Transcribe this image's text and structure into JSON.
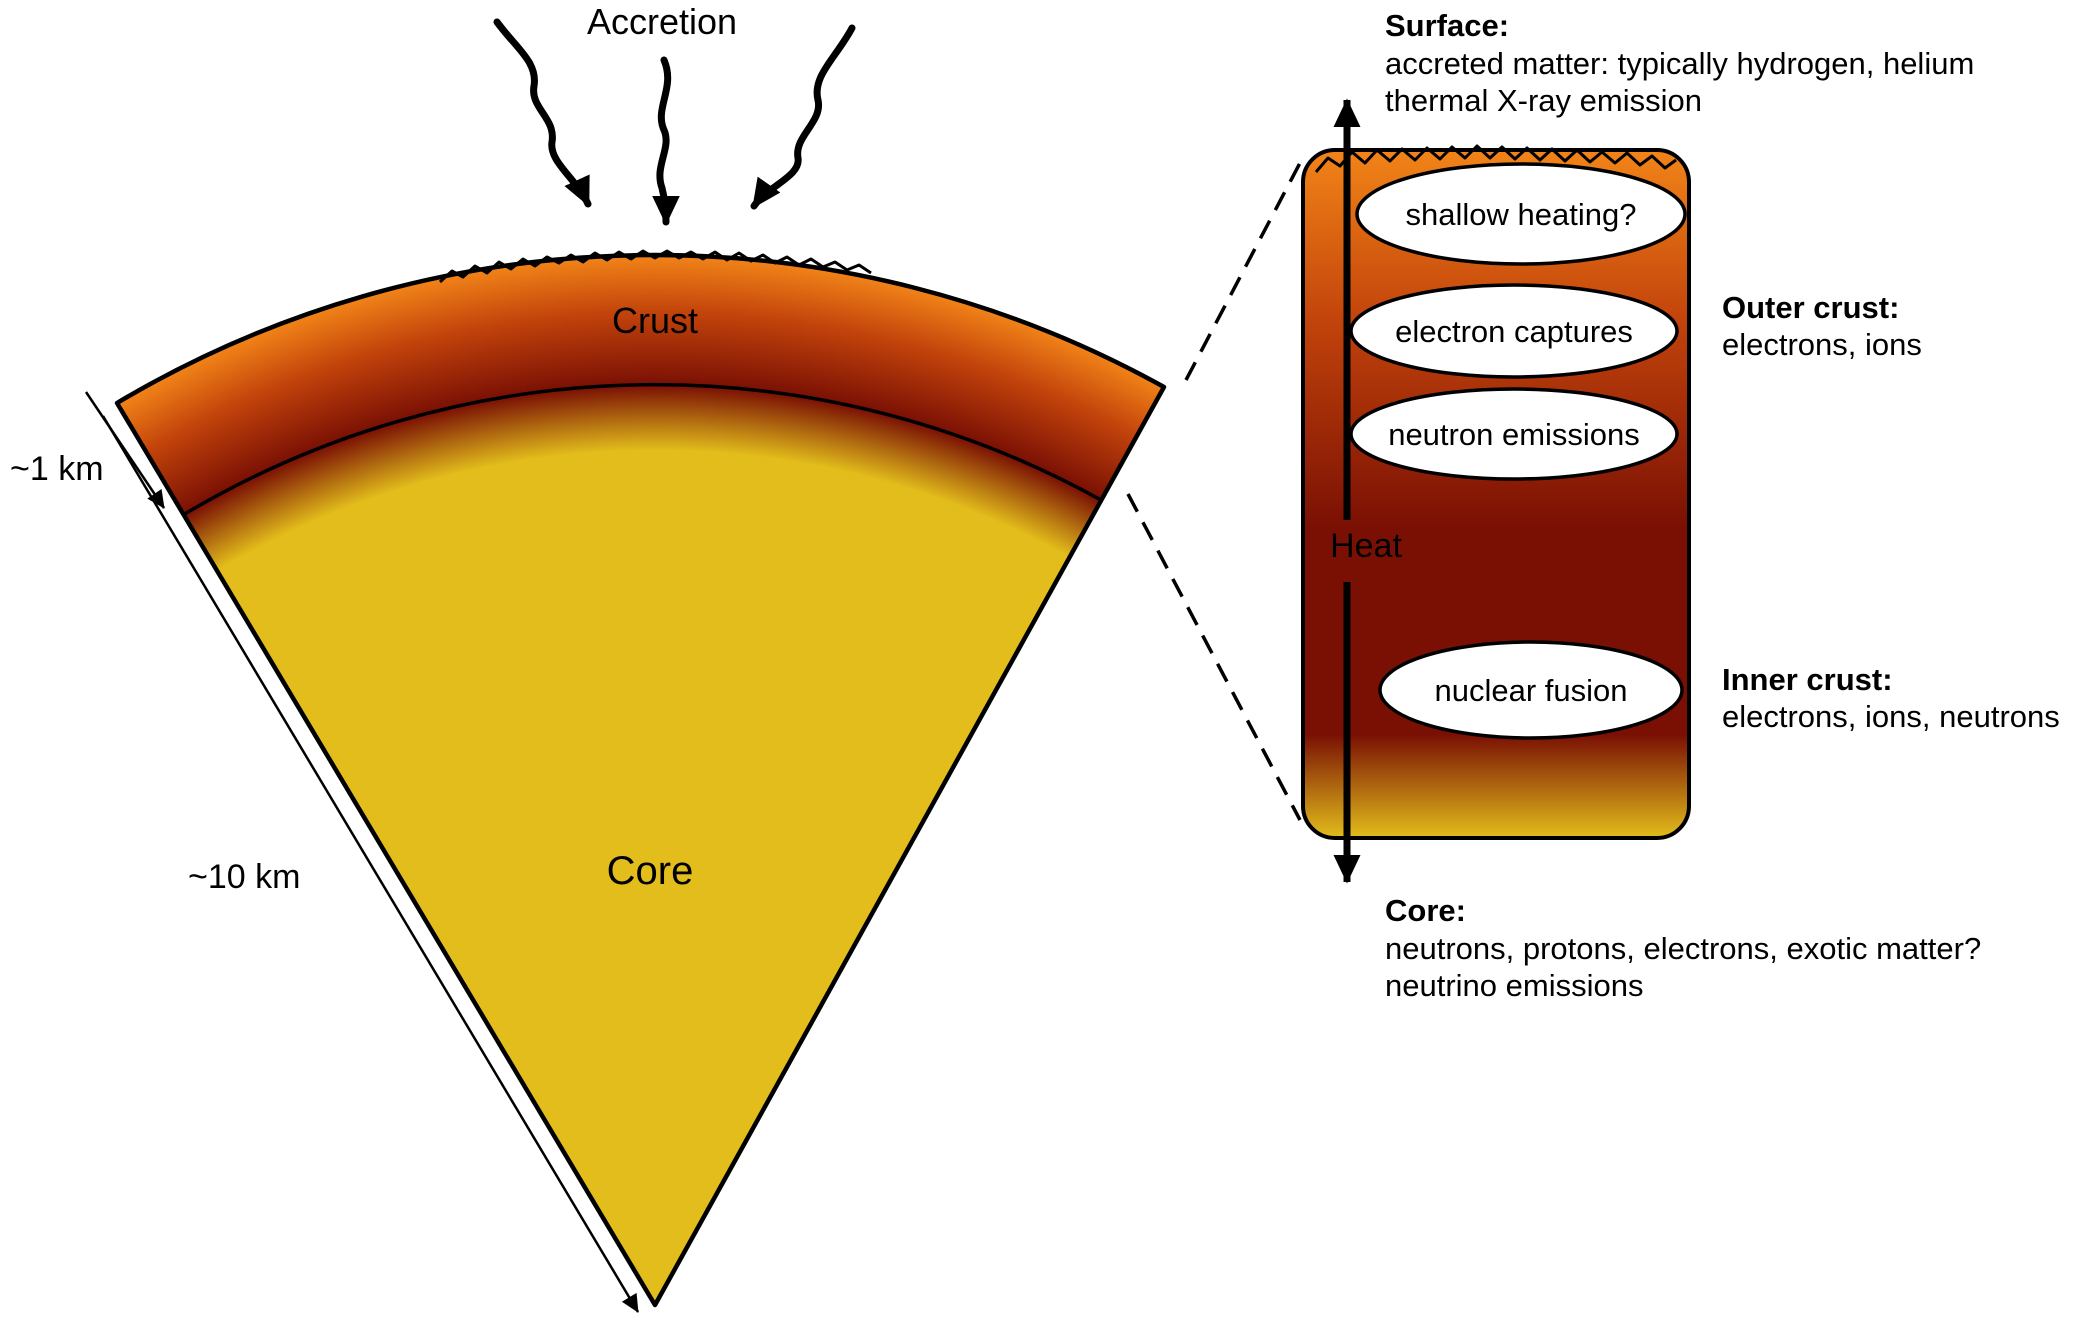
{
  "colors": {
    "crust_outer_orange": "#F28418",
    "crust_mid_red": "#C2430B",
    "crust_inner_dark_red": "#7A1004",
    "core_yellow": "#E2BD1B",
    "ellipse_fill": "#FFFFFF",
    "outline": "#000000"
  },
  "wedge": {
    "accretion_label": "Accretion",
    "crust_label": "Crust",
    "core_label": "Core",
    "crust_thickness_label": "~1 km",
    "core_radius_label": "~10 km"
  },
  "zoom_panel": {
    "heat_label": "Heat",
    "processes": [
      "shallow heating?",
      "electron captures",
      "neutron emissions",
      "nuclear fusion"
    ]
  },
  "annotations": {
    "surface": {
      "title": "Surface:",
      "lines": [
        "accreted matter: typically hydrogen, helium",
        "thermal X-ray emission"
      ]
    },
    "outer_crust": {
      "title": "Outer crust:",
      "lines": [
        "electrons, ions"
      ]
    },
    "inner_crust": {
      "title": "Inner crust:",
      "lines": [
        "electrons, ions, neutrons"
      ]
    },
    "core": {
      "title": "Core:",
      "lines": [
        "neutrons, protons, electrons, exotic matter?",
        "neutrino emissions"
      ]
    }
  }
}
